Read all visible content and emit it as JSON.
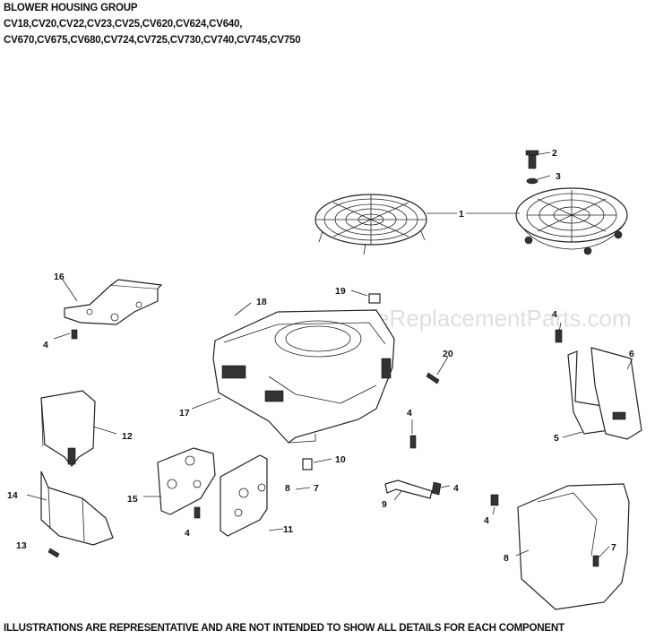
{
  "header": {
    "title": "BLOWER HOUSING GROUP",
    "models_line1": "CV18,CV20,CV22,CV23,CV25,CV620,CV624,CV640,",
    "models_line2": "CV670,CV675,CV680,CV724,CV725,CV730,CV740,CV745,CV750"
  },
  "watermark": "eReplacementParts.com",
  "footer": "ILLUSTRATIONS ARE REPRESENTATIVE AND ARE NOT INTENDED TO SHOW ALL DETAILS FOR EACH COMPONENT",
  "callouts": {
    "c1": "1",
    "c2": "2",
    "c3": "3",
    "c4a": "4",
    "c4b": "4",
    "c4c": "4",
    "c4d": "4",
    "c4e": "4",
    "c4f": "4",
    "c5": "5",
    "c6": "6",
    "c7a": "7",
    "c7b": "7",
    "c8a": "8",
    "c8b": "8",
    "c9": "9",
    "c10": "10",
    "c11": "11",
    "c12": "12",
    "c13": "13",
    "c14": "14",
    "c15": "15",
    "c16": "16",
    "c17": "17",
    "c18": "18",
    "c19": "19",
    "c20": "20"
  }
}
